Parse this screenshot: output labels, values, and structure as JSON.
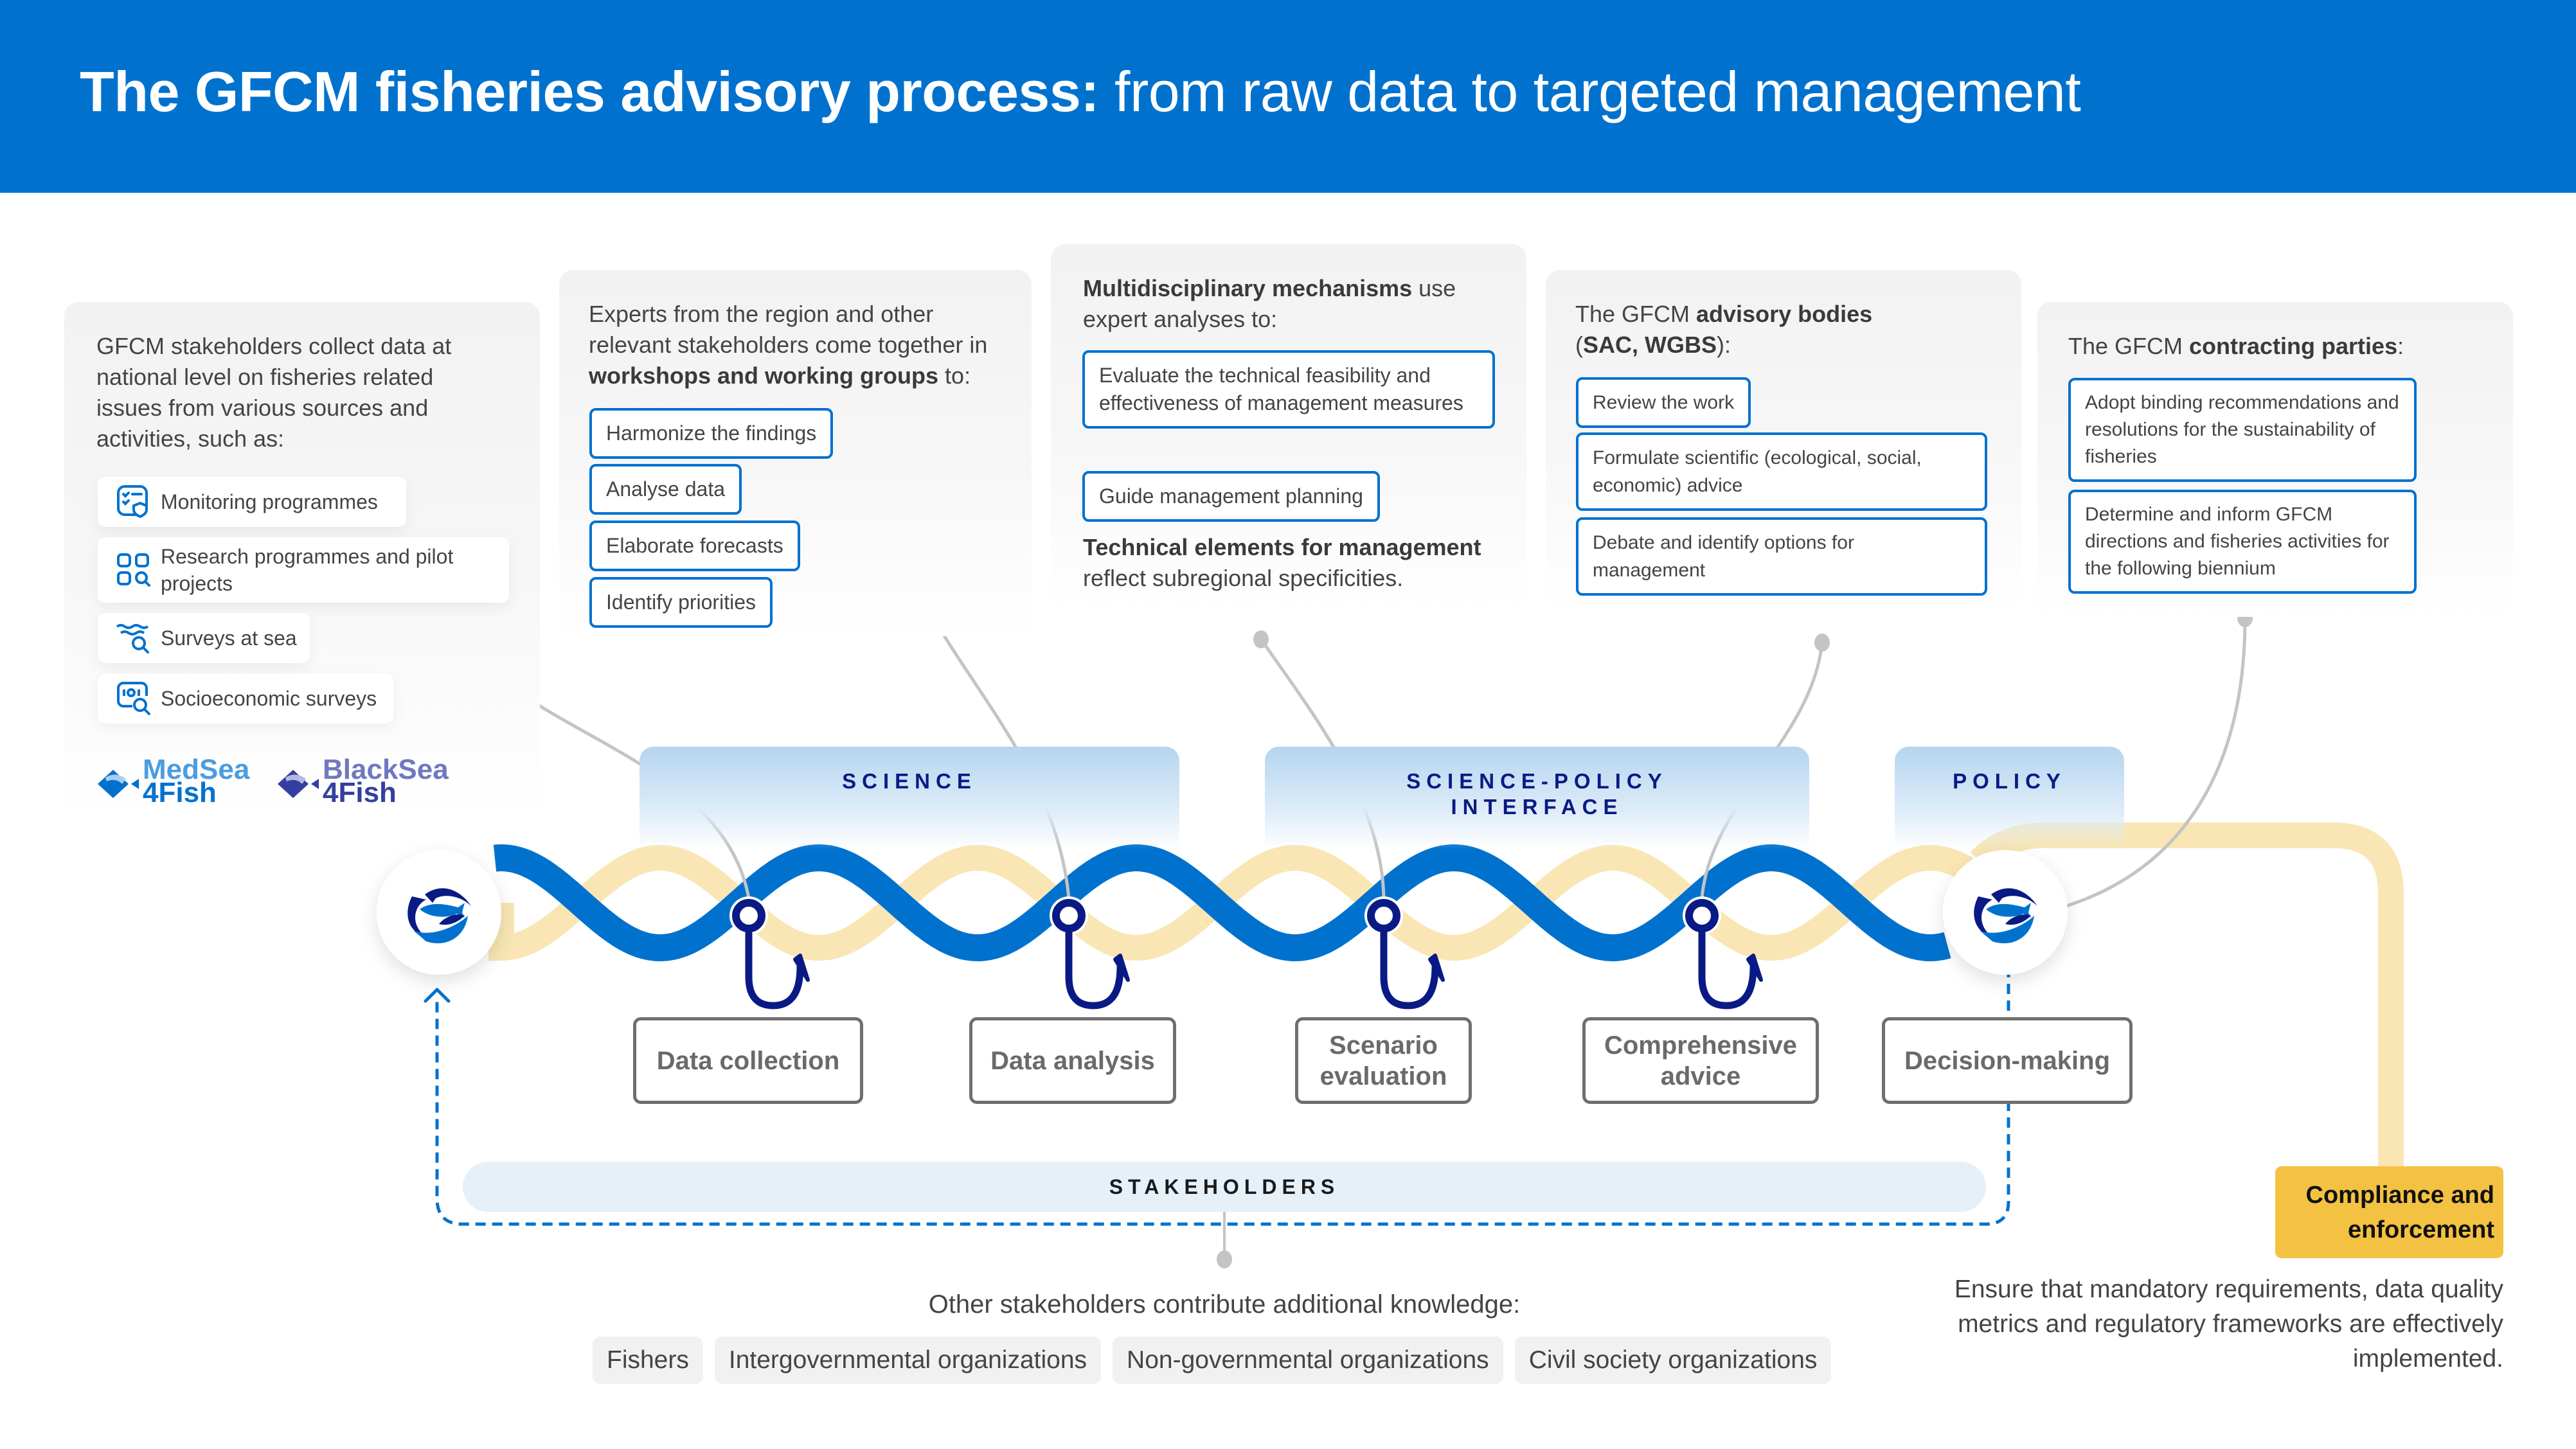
{
  "header": {
    "title_bold": "The GFCM fisheries advisory process:",
    "title_rest": " from raw data to targeted management"
  },
  "colors": {
    "header_blue": "#0072CE",
    "helix_blue": "#0072CE",
    "helix_yellow": "#F9E6B4",
    "hook_navy": "#0A1A85",
    "compliance_yellow": "#F4C242",
    "connector_gray": "#C4C4C4"
  },
  "panels": {
    "collect": {
      "intro": "GFCM stakeholders collect data at national level on fisheries related issues from various sources and activities, such as:",
      "items": [
        {
          "icon": "monitoring-checklist-shield-icon",
          "label": "Monitoring programmes"
        },
        {
          "icon": "research-grid-search-icon",
          "label": "Research programmes and pilot projects"
        },
        {
          "icon": "sea-waves-search-icon",
          "label": "Surveys at sea"
        },
        {
          "icon": "socioeconomic-data-search-icon",
          "label": "Socioeconomic surveys"
        }
      ],
      "logos": [
        {
          "line1": "MedSea",
          "line2": "4Fish"
        },
        {
          "line1": "BlackSea",
          "line2": "4Fish"
        }
      ]
    },
    "experts": {
      "intro_1": "Experts from the region and other relevant stakeholders come together in ",
      "intro_bold": "workshops and working groups",
      "intro_2": " to:",
      "tags": [
        "Harmonize the findings",
        "Analyse data",
        "Elaborate forecasts",
        "Identify priorities"
      ]
    },
    "mechanisms": {
      "intro_bold": "Multidisciplinary mechanisms",
      "intro_rest": " use expert analyses to:",
      "tags": [
        "Evaluate the technical feasibility and effectiveness of management measures",
        "Guide management planning"
      ],
      "footer_bold": "Technical elements for management",
      "footer_rest": " reflect subregional specificities."
    },
    "advisory": {
      "intro_1": "The GFCM ",
      "intro_bold_1": "advisory bodies",
      "intro_2": " (",
      "intro_bold_2": "SAC, WGBS",
      "intro_3": "):",
      "tags": [
        "Review the work",
        "Formulate scientific (ecological, social, economic) advice",
        "Debate and identify options for management"
      ]
    },
    "contracting": {
      "intro_1": "The GFCM ",
      "intro_bold": "contracting parties",
      "intro_2": ":",
      "tags": [
        "Adopt binding recommendations and resolutions for the sustainability of fisheries",
        "Determine and inform GFCM directions and fisheries activities for the following biennium"
      ]
    }
  },
  "phases": [
    "SCIENCE",
    "SCIENCE-POLICY INTERFACE",
    "POLICY"
  ],
  "steps": [
    "Data collection",
    "Data analysis",
    "Scenario evaluation",
    "Comprehensive advice",
    "Decision-making"
  ],
  "stakeholders": {
    "label": "STAKEHOLDERS",
    "intro": "Other stakeholders contribute additional knowledge:",
    "groups": [
      "Fishers",
      "Intergovernmental organizations",
      "Non-governmental organizations",
      "Civil society organizations"
    ]
  },
  "compliance": {
    "label": "Compliance and enforcement",
    "description": "Ensure that mandatory requirements, data quality metrics and regulatory frameworks are effectively implemented."
  }
}
